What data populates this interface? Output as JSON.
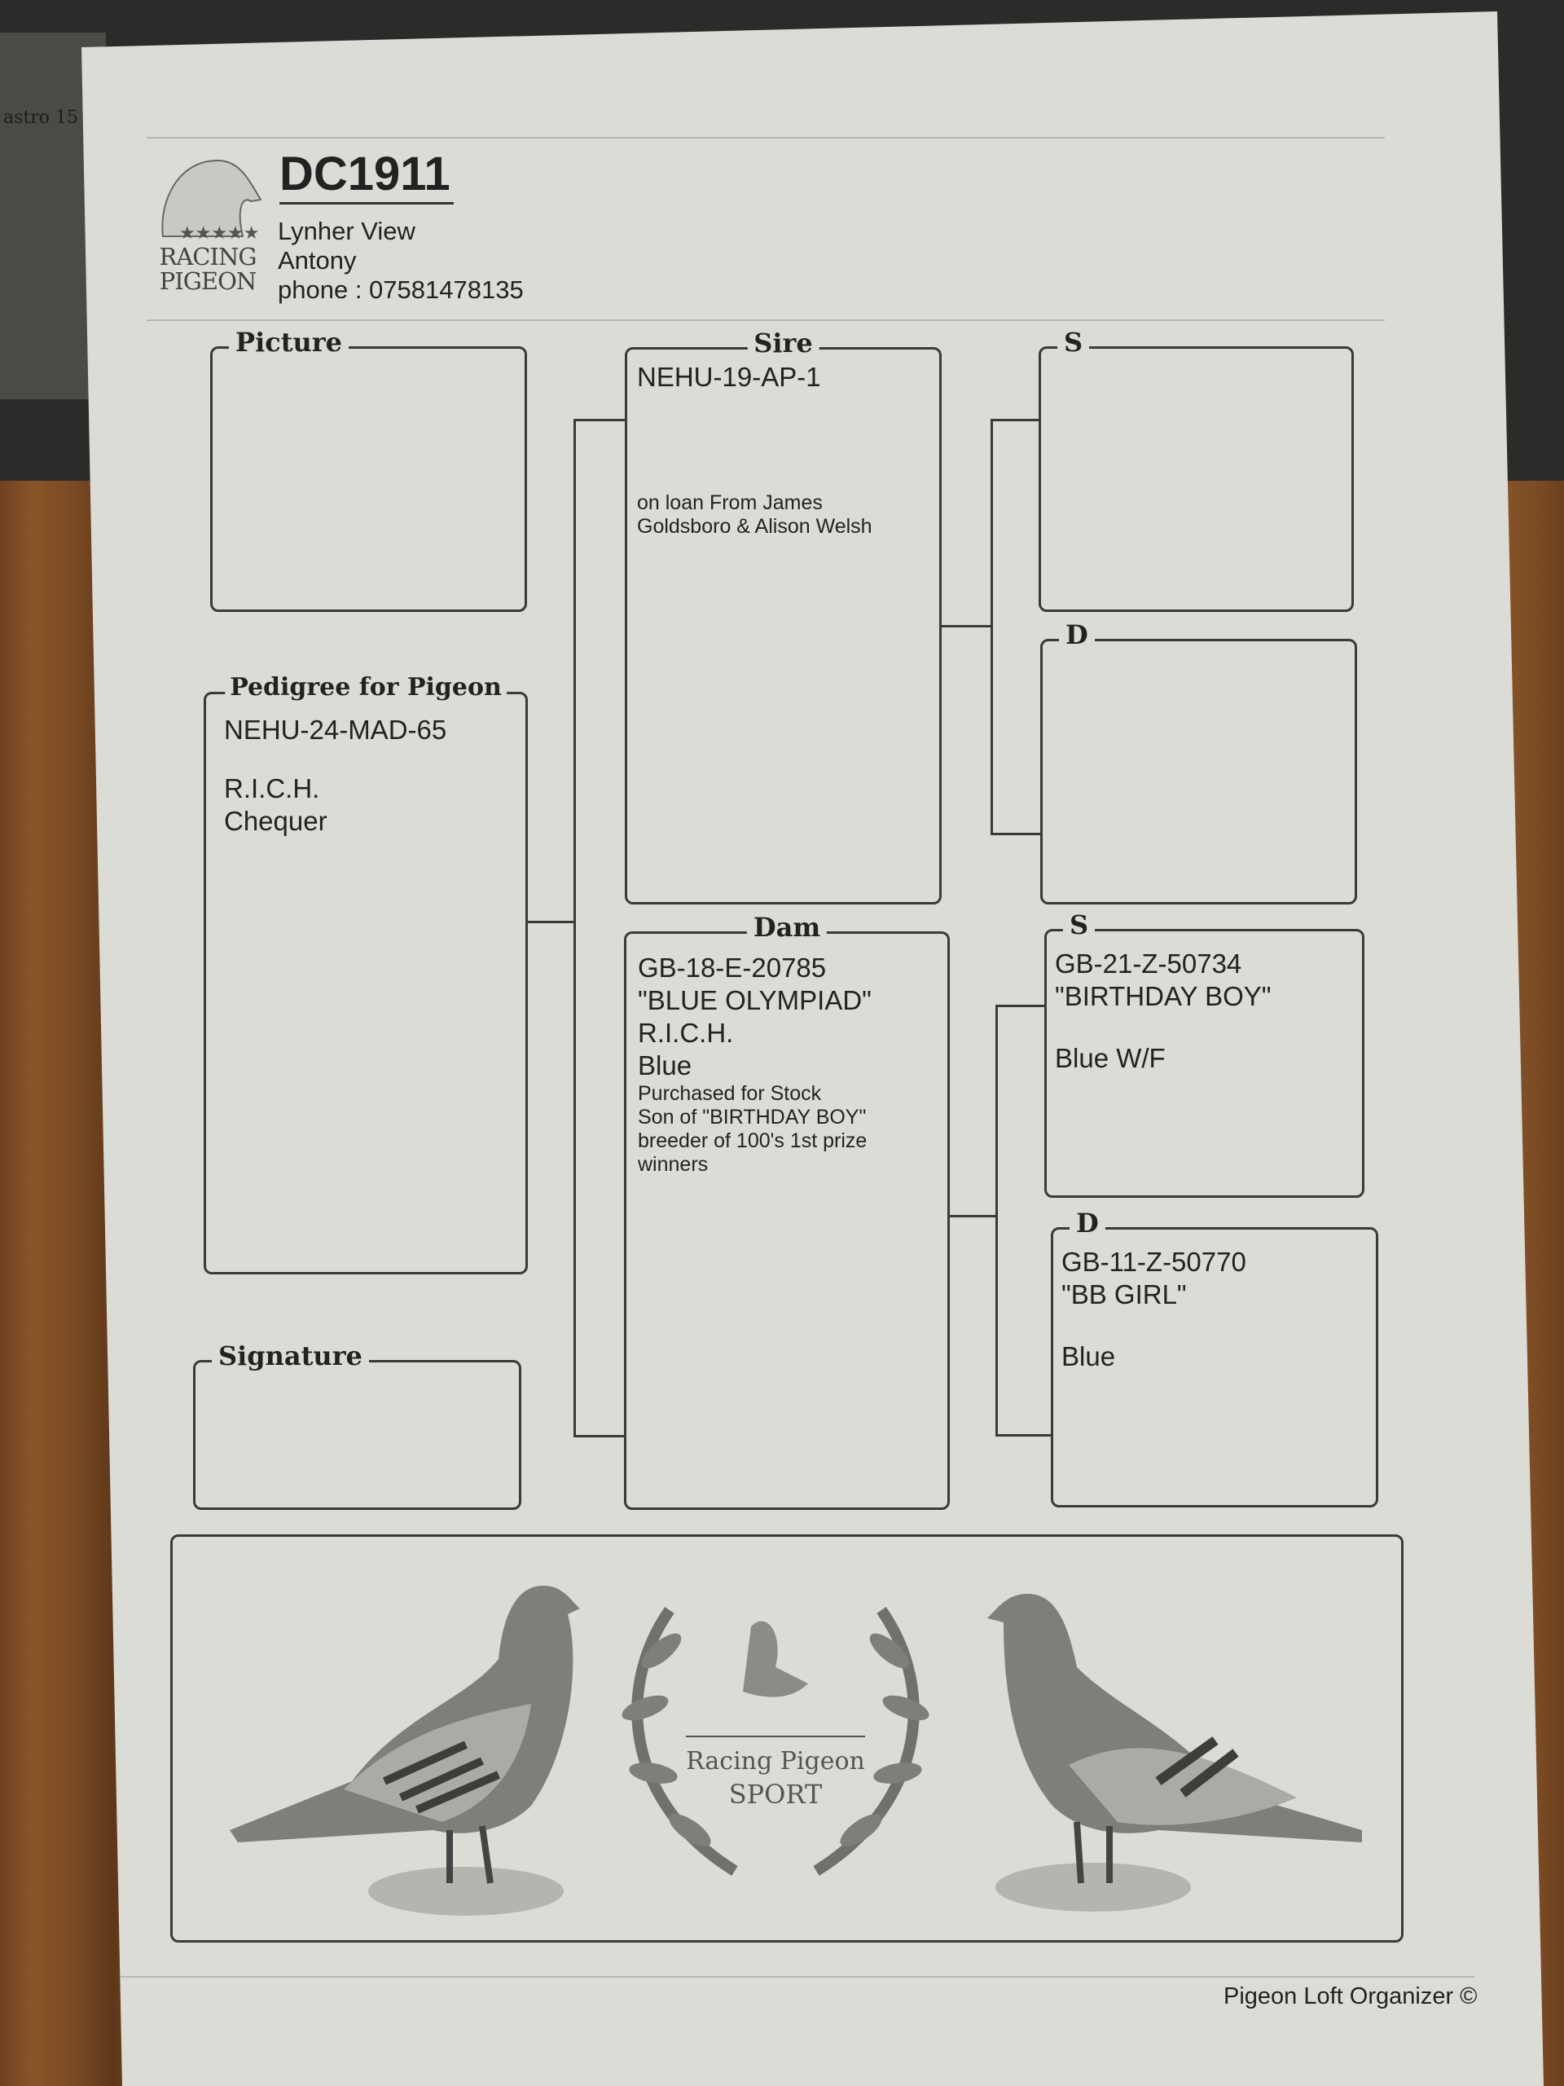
{
  "background": {
    "device_text": "astro 15"
  },
  "header": {
    "logo_text": [
      "RACING",
      "PIGEON"
    ],
    "code": "DC1911",
    "address_line1": "Lynher View",
    "address_line2": "Antony",
    "phone": "phone : 07581478135"
  },
  "labels": {
    "picture": "Picture",
    "pedigree": "Pedigree for Pigeon",
    "signature": "Signature",
    "sire": "Sire",
    "dam": "Dam",
    "s": "S",
    "d": "D"
  },
  "pigeon": {
    "ring": "NEHU-24-MAD-65",
    "strain": "R.I.C.H.",
    "colour": "Chequer"
  },
  "sire": {
    "ring": "NEHU-19-AP-1",
    "notes": [
      "on loan From James",
      "Goldsboro & Alison Welsh"
    ]
  },
  "dam": {
    "ring": "GB-18-E-20785",
    "name": "\"BLUE OLYMPIAD\"",
    "strain": "R.I.C.H.",
    "colour": "Blue",
    "notes": [
      "Purchased for Stock",
      "Son of \"BIRTHDAY BOY\"",
      "breeder of 100's 1st prize",
      "winners"
    ]
  },
  "dam_sire": {
    "ring": "GB-21-Z-50734",
    "name": "\"BIRTHDAY BOY\"",
    "colour": "Blue W/F"
  },
  "dam_dam": {
    "ring": "GB-11-Z-50770",
    "name": "\"BB GIRL\"",
    "colour": "Blue"
  },
  "banner": {
    "line1": "Racing Pigeon",
    "line2": "SPORT"
  },
  "footer": {
    "credit": "Pigeon Loft Organizer ©"
  }
}
